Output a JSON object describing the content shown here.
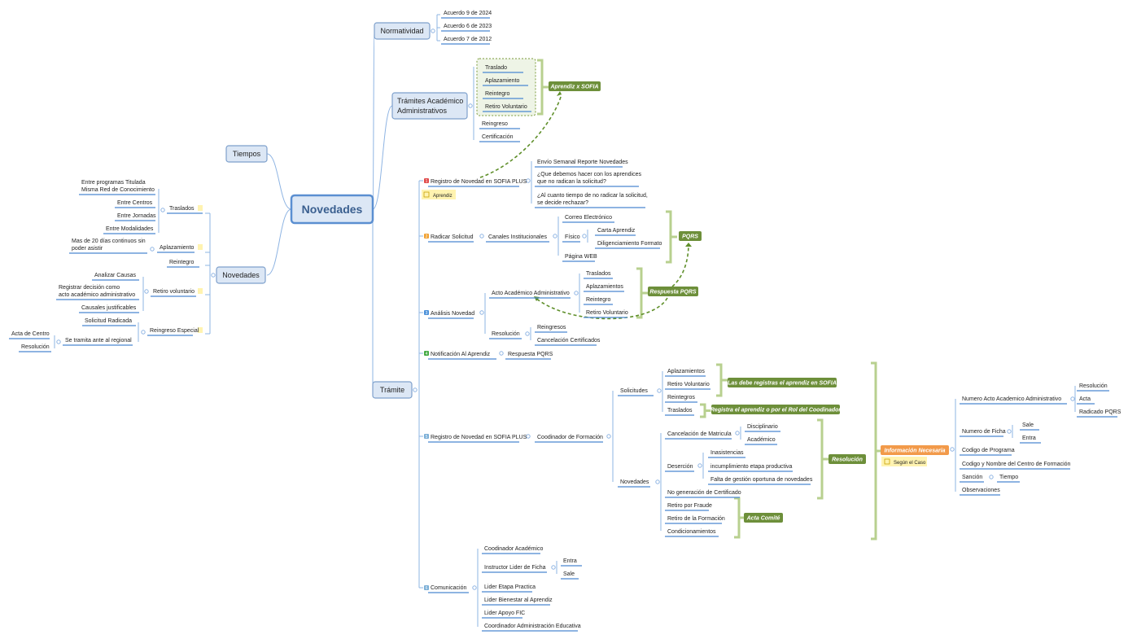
{
  "root": {
    "label": "Novedades"
  },
  "colors": {
    "branch": "#8eb4e3",
    "underline": "#4a86d1",
    "box_fill": "#dce7f5",
    "box_stroke": "#7ea0cc",
    "root_stroke": "#5b8fd1",
    "text": "#222222",
    "green_tag": "#6d8f3a",
    "green_bracket": "#b8d08f",
    "orange_tag": "#f29a4a",
    "note": "#fff3b0",
    "dashed_arrow": "#5f8f2a"
  },
  "nodes": {
    "normatividad": "Normatividad",
    "acuerdo2024": "Acuerdo 9 de 2024",
    "acuerdo2023": "Acuerdo 6 de 2023",
    "acuerdo2012": "Acuerdo 7 de 2012",
    "tramites_l1": "Trámites Académico",
    "tramites_l2": "Administrativos",
    "traslado": "Traslado",
    "aplazamiento": "Aplazamiento",
    "reintegro": "Reintegro",
    "retiro_vol": "Retiro Voluntario",
    "reingreso": "Reingreso",
    "certificacion": "Certificación",
    "aprendiz_sofia": "Aprendiz x SOFIA",
    "tiempos": "Tiempos",
    "novedades_left": "Novedades",
    "traslados_l": "Traslados",
    "entre_prog_l1": "Entre programas Titulada",
    "entre_prog_l2": "Misma Red de Conocimiento",
    "entre_centros": "Entre Centros",
    "entre_jornadas": "Entre Jornadas",
    "entre_modalidades": "Entre Modalidades",
    "aplazamiento_l": "Aplazamiento",
    "mas20_l1": "Mas de 20 días continuos sin",
    "mas20_l2": "poder asistir",
    "reintegro_l": "Reintegro",
    "retiro_vol_l": "Retiro voluntario",
    "analizar": "Analizar Causas",
    "registrar_l1": "Registrar decisión como",
    "registrar_l2": "acto académico administrativo",
    "causales": "Causales justificables",
    "reingreso_esp": "Reingreso Especial",
    "solicitud_rad": "Solicitud Radicada",
    "se_tramita": "Se tramita ante al regional",
    "acta_centro": "Acta de Centro",
    "resolucion_l": "Resolución",
    "tramite": "Trámite",
    "reg_novedad1": "Registro de Novedad en SOFIA PLUS",
    "aprendiz_note": "Aprendiz",
    "envio": "Envío Semanal Reporte Novedades",
    "que_l1": "¿Que debemos hacer con los aprendices",
    "que_l2": "que no radican la solicitud?",
    "cuanto_l1": "¿Al cuanto tiempo de no radicar la solicitud,",
    "cuanto_l2": "se decide rechazar?",
    "radicar": "Radicar Solicitud",
    "canales": "Canales Institucionales",
    "correo": "Correo Electrónico",
    "fisico": "Físico",
    "carta": "Carta Aprendiz",
    "diligenciamiento": "Diligenciamiento Formato",
    "pagina_web": "Página WEB",
    "pqrs": "PQRS",
    "analisis": "Análisis Novedad",
    "acto": "Acto Académico Administrativo",
    "traslados_a": "Traslados",
    "aplazamientos_a": "Aplazamientos",
    "reintegro_a": "Reintegro",
    "retiro_vol_a": "Retiro Voluntario",
    "respuesta_pqrs_tag": "Respuesta PQRS",
    "resolucion_a": "Resolución",
    "reingresos_a": "Reingresos",
    "cancelacion_cert": "Cancelación Certificados",
    "notificacion": "Notificación Al Aprendiz",
    "respuesta_pqrs": "Respuesta PQRS",
    "reg_novedad2": "Registro de Novedad en SOFIA PLUS",
    "coodinador_form": "Coodinador de Formación",
    "solicitudes": "Solicitudes",
    "aplazamientos_s": "Aplazamientos",
    "retiro_vol_s": "Retiro Voluntario",
    "reintegros_s": "Reintegros",
    "traslados_s": "Traslados",
    "las_debe": "Las debe registras el aprendiz en SOFIA",
    "registra_aprendiz": "Registra el aprendiz o por el Rol del Coodinador",
    "novedades_n": "Novedades",
    "cancelacion_mat": "Cancelación de Matricula",
    "disciplinario": "Disciplinario",
    "academico": "Académico",
    "desercion": "Deserción",
    "inasistencias": "Inasistencias",
    "incumplimiento": "incumplimiento etapa productiva",
    "falta": "Falta de gestión oportuna de novedades",
    "no_generacion": "No generación de Certificado",
    "retiro_fraude": "Retiro por Fraude",
    "retiro_formacion": "Retiro de la Formación",
    "condicionamientos": "Condicionamientos",
    "resolucion_tag": "Resolución",
    "acta_comite": "Acta Comité",
    "info_necesaria": "Información Necesaria",
    "segun_caso": "Según el Caso",
    "numero_acto": "Numero Acto Academico Administrativo",
    "resolucion_i": "Resolución",
    "acta_i": "Acta",
    "radicado": "Radicado PQRS",
    "numero_ficha": "Numero de Ficha",
    "sale_i": "Sale",
    "entra_i": "Entra",
    "codigo_prog": "Codigo de Programa",
    "codigo_nombre": "Codigo y Nombre del Centro de Formación",
    "sancion": "Sanción",
    "tiempo": "Tiempo",
    "observaciones": "Observaciones",
    "comunicacion": "Comunicación",
    "coodinador_acad": "Coodinador Académico",
    "instructor": "Instructor Lider de Ficha",
    "entra_c": "Entra",
    "sale_c": "Sale",
    "lider_etapa": "Lider Etapa Practica",
    "lider_bienestar": "Lider Bienestar al Aprendiz",
    "lider_apoyo": "Lider Apoyo FIC",
    "coordinador_admin": "Coordinador Administración Educativa"
  }
}
